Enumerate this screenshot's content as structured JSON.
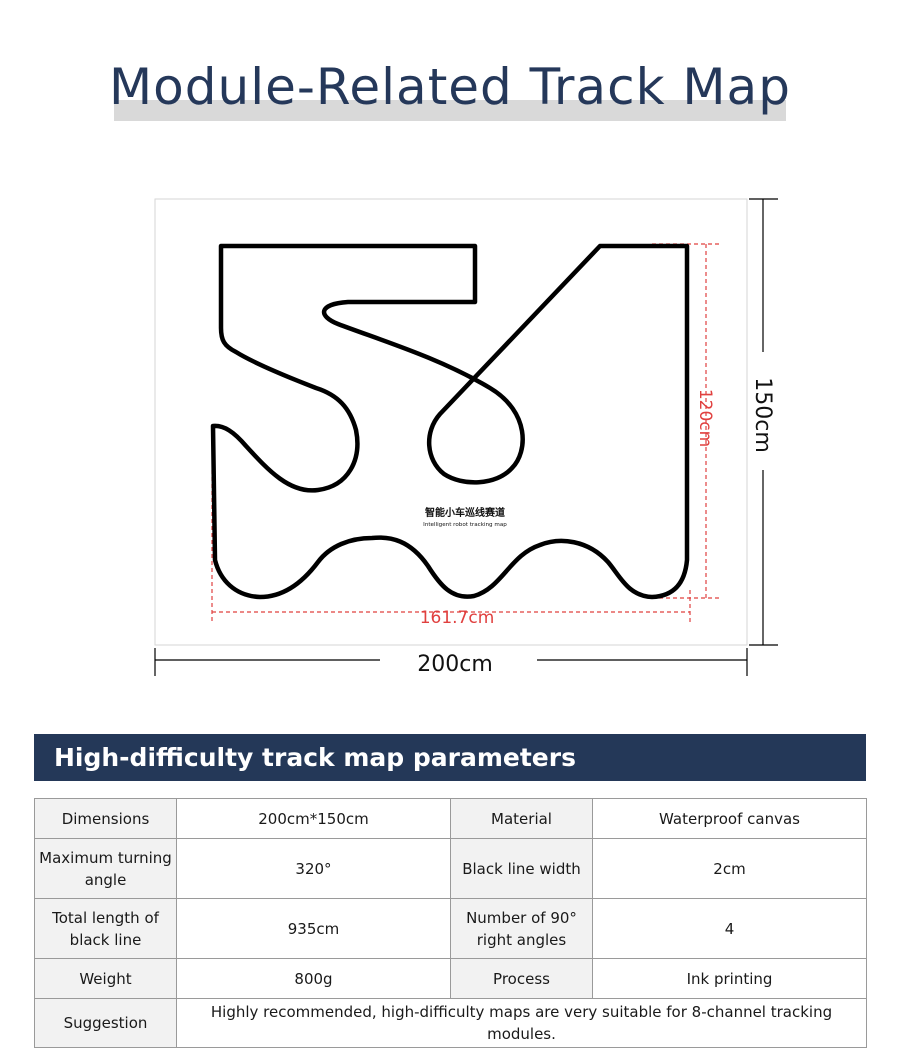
{
  "page": {
    "title": "Module-Related Track Map"
  },
  "track_map": {
    "board_text_cn": "智能小车巡线赛道",
    "board_text_en": "Intelligent robot tracking map",
    "dim_width": "200cm",
    "dim_height": "150cm",
    "dim_inner_width": "161.7cm",
    "dim_inner_height": "120cm",
    "colors": {
      "track_line": "#000000",
      "dimension_red": "#e0403f",
      "dimension_black": "#000000"
    }
  },
  "parameters": {
    "heading": "High-difficulty track map parameters",
    "rows": [
      [
        {
          "label": "Dimensions",
          "value": "200cm*150cm"
        },
        {
          "label": "Material",
          "value": "Waterproof canvas"
        }
      ],
      [
        {
          "label": "Maximum turning angle",
          "value": "320°"
        },
        {
          "label": "Black line width",
          "value": "2cm"
        }
      ],
      [
        {
          "label": "Total length of black line",
          "value": "935cm"
        },
        {
          "label": "Number of 90° right angles",
          "value": "4"
        }
      ],
      [
        {
          "label": "Weight",
          "value": "800g"
        },
        {
          "label": "Process",
          "value": "Ink printing"
        }
      ]
    ],
    "suggestion_label": "Suggestion",
    "suggestion_value": "Highly recommended, high-difficulty maps are very suitable for 8-channel tracking modules.",
    "colors": {
      "header_bg": "#243858",
      "label_bg": "#f2f2f2",
      "border": "#9a9a9a"
    }
  }
}
